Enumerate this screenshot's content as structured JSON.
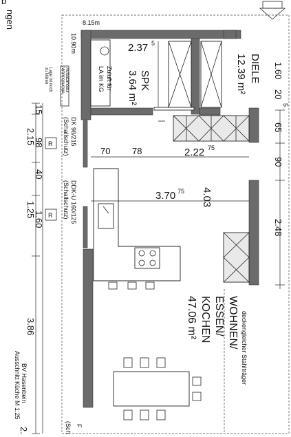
{
  "drawing": {
    "spk": {
      "name": "SPK",
      "area": "3.64 m²"
    },
    "diele": {
      "name": "DIELE",
      "area": "12.39 m²"
    },
    "wohnen": {
      "line1": "WOHNEN/",
      "line2": "ESSEN/",
      "line3": "KOCHEN",
      "area": "47.06 m²"
    },
    "zuluft": {
      "line1": "Zuluft für",
      "line2": "LA im KG"
    },
    "stahltraeger": "deckengleicher Stahlträger",
    "door_dk": {
      "line1": "DK 98/215",
      "line2": "(Schallschutz)"
    },
    "door_ddk": {
      "line1": "DDK-U 160/125",
      "line2": "(Schallschutz)"
    },
    "note_left": {
      "line1": "Aufsatzmodul",
      "line2": "Wärmepumpe"
    },
    "note_left2": {
      "line1": "Lage ist noch",
      "line2": "zu klären"
    },
    "footer": {
      "line1": "BV Hasenbein",
      "line2": "Ausschnitt Küche M 1:25"
    },
    "edge_word": "ngen",
    "edge_b": "b",
    "edge_sch": "(Sch",
    "edge_f": "F",
    "edge_2": "2.",
    "top_dim": "8.15m",
    "left_top_dim": "10.90m",
    "side_top": "2.37",
    "side_top_sup": "5",
    "window_r": "R",
    "dims_left": [
      "15",
      "2.15",
      "98",
      "40",
      "1.25",
      "1.60",
      "3.86"
    ],
    "dims_right": [
      "1.60",
      "20",
      "5",
      "65",
      "90",
      "2.48"
    ],
    "dims_mid": [
      "70",
      "78",
      "2.22",
      "75",
      "3.70",
      "75",
      "4.03"
    ]
  }
}
